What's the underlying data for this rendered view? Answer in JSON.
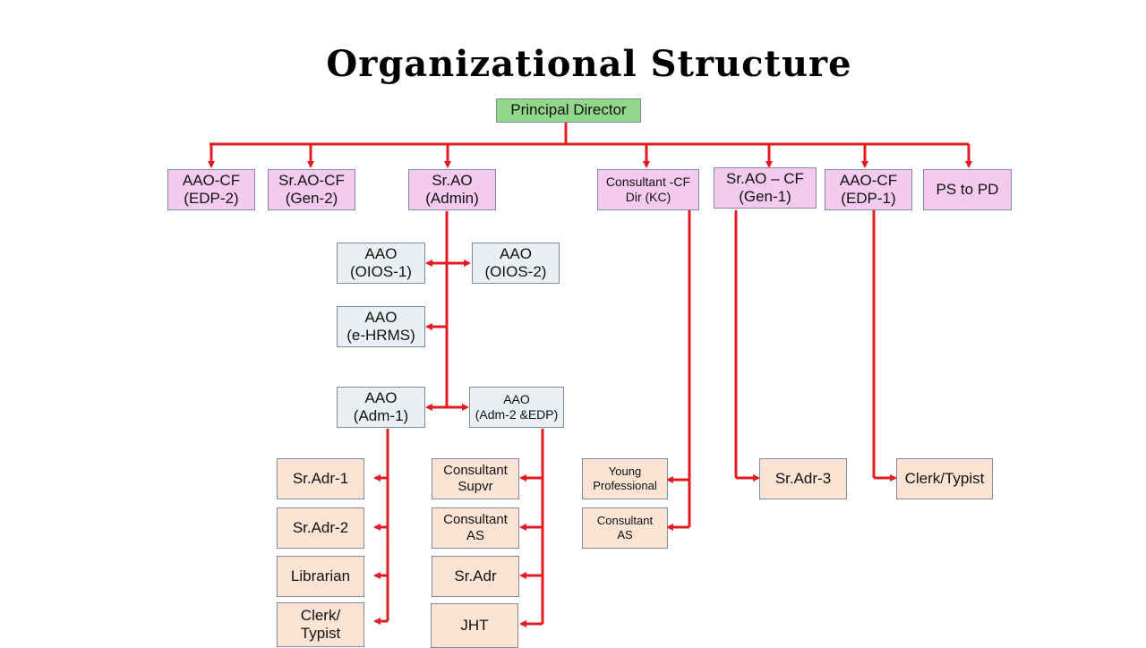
{
  "title": "Organizational Structure",
  "colors": {
    "connector": "#e31b23",
    "top": "#92d78a",
    "level1": "#f4cbee",
    "admin_sub": "#eceff2",
    "staff": "#fce3d4"
  },
  "nodes": {
    "principal_director": "Principal Director",
    "aao_cf_edp2": "AAO-CF\n(EDP-2)",
    "sr_ao_cf_gen2": "Sr.AO-CF\n(Gen-2)",
    "sr_ao_admin": "Sr.AO\n(Admin)",
    "consultant_cf_dir": "Consultant -CF\nDir (KC)",
    "sr_ao_cf_gen1": "Sr.AO – CF\n(Gen-1)",
    "aao_cf_edp1": "AAO-CF\n(EDP-1)",
    "ps_to_pd": "PS to PD",
    "aao_oios1": "AAO\n(OIOS-1)",
    "aao_oios2": "AAO\n(OIOS-2)",
    "aao_ehrms": "AAO\n(e-HRMS)",
    "aao_adm1": "AAO\n(Adm-1)",
    "aao_adm2_edp": "AAO\n(Adm-2 &EDP)",
    "sr_adr_1": "Sr.Adr-1",
    "sr_adr_2": "Sr.Adr-2",
    "librarian": "Librarian",
    "clerk_typist_adm1": "Clerk/\nTypist",
    "consultant_supvr": "Consultant\nSupvr",
    "consultant_as_adm2": "Consultant\nAS",
    "sr_adr": "Sr.Adr",
    "jht": "JHT",
    "young_professional": "Young\nProfessional",
    "consultant_as_kc": "Consultant\nAS",
    "sr_adr_3": "Sr.Adr-3",
    "clerk_typist_edp1": "Clerk/Typist"
  }
}
